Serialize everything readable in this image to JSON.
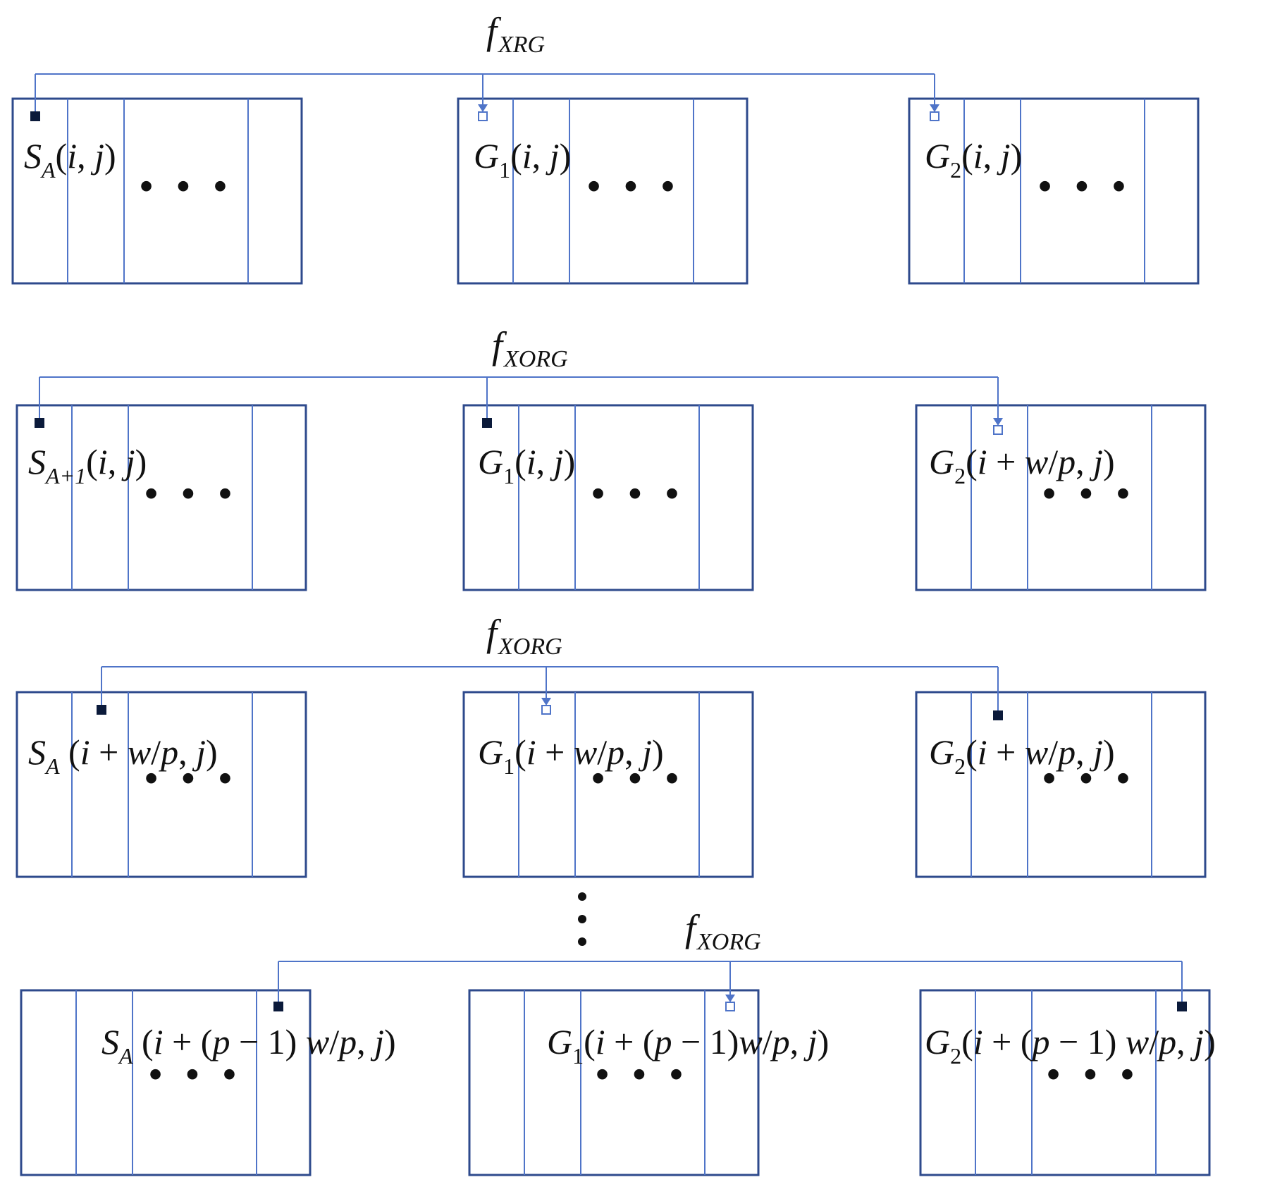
{
  "colors": {
    "box_border": "#2e4a8c",
    "column_line": "#4f74c8",
    "connector": "#4f74c8",
    "source_marker": "#0b1a3a",
    "target_marker": "#ffffff",
    "text": "#111111"
  },
  "ellipsis": "• • •",
  "vertical_ellipsis": "• • •",
  "rows": [
    {
      "function": {
        "base": "f",
        "sub": "XRG"
      },
      "boxes": [
        {
          "role": "source",
          "parts": [
            {
              "t": "S",
              "i": true
            },
            {
              "t": "A",
              "i": true,
              "s": true
            },
            {
              "t": "(",
              "i": false
            },
            {
              "t": "i",
              "i": true
            },
            {
              "t": ", ",
              "i": false
            },
            {
              "t": "j",
              "i": true
            },
            {
              "t": ")",
              "i": false
            }
          ]
        },
        {
          "role": "target",
          "parts": [
            {
              "t": "G",
              "i": true
            },
            {
              "t": "1",
              "i": false,
              "s": true
            },
            {
              "t": "(",
              "i": false
            },
            {
              "t": "i",
              "i": true
            },
            {
              "t": ", ",
              "i": false
            },
            {
              "t": "j",
              "i": true
            },
            {
              "t": ")",
              "i": false
            }
          ]
        },
        {
          "role": "target",
          "parts": [
            {
              "t": "G",
              "i": true
            },
            {
              "t": "2",
              "i": false,
              "s": true
            },
            {
              "t": "(",
              "i": false
            },
            {
              "t": "i",
              "i": true
            },
            {
              "t": ", ",
              "i": false
            },
            {
              "t": "j",
              "i": true
            },
            {
              "t": ")",
              "i": false
            }
          ]
        }
      ]
    },
    {
      "function": {
        "base": "f",
        "sub": "XORG"
      },
      "boxes": [
        {
          "role": "source",
          "parts": [
            {
              "t": "S",
              "i": true
            },
            {
              "t": "A+1",
              "i": true,
              "s": true
            },
            {
              "t": "(",
              "i": false
            },
            {
              "t": "i",
              "i": true
            },
            {
              "t": ", ",
              "i": false
            },
            {
              "t": "j",
              "i": true
            },
            {
              "t": ")",
              "i": false
            }
          ]
        },
        {
          "role": "source",
          "parts": [
            {
              "t": "G",
              "i": true
            },
            {
              "t": "1",
              "i": false,
              "s": true
            },
            {
              "t": "(",
              "i": false
            },
            {
              "t": "i",
              "i": true
            },
            {
              "t": ", ",
              "i": false
            },
            {
              "t": "j",
              "i": true
            },
            {
              "t": ")",
              "i": false
            }
          ]
        },
        {
          "role": "target",
          "parts": [
            {
              "t": "G",
              "i": true
            },
            {
              "t": "2",
              "i": false,
              "s": true
            },
            {
              "t": "(",
              "i": false
            },
            {
              "t": "i",
              "i": true
            },
            {
              "t": " + ",
              "i": false
            },
            {
              "t": "w",
              "i": true
            },
            {
              "t": "/",
              "i": false
            },
            {
              "t": "p",
              "i": true
            },
            {
              "t": ", ",
              "i": false
            },
            {
              "t": "j",
              "i": true
            },
            {
              "t": ")",
              "i": false
            }
          ]
        }
      ]
    },
    {
      "function": {
        "base": "f",
        "sub": "XORG"
      },
      "boxes": [
        {
          "role": "source",
          "parts": [
            {
              "t": "S",
              "i": true
            },
            {
              "t": "A",
              "i": true,
              "s": true
            },
            {
              "t": " (",
              "i": false
            },
            {
              "t": "i",
              "i": true
            },
            {
              "t": " + ",
              "i": false
            },
            {
              "t": "w",
              "i": true
            },
            {
              "t": "/",
              "i": false
            },
            {
              "t": "p",
              "i": true
            },
            {
              "t": ", ",
              "i": false
            },
            {
              "t": "j",
              "i": true
            },
            {
              "t": ")",
              "i": false
            }
          ]
        },
        {
          "role": "target",
          "parts": [
            {
              "t": "G",
              "i": true
            },
            {
              "t": "1",
              "i": false,
              "s": true
            },
            {
              "t": "(",
              "i": false
            },
            {
              "t": "i",
              "i": true
            },
            {
              "t": " + ",
              "i": false
            },
            {
              "t": "w",
              "i": true
            },
            {
              "t": "/",
              "i": false
            },
            {
              "t": "p",
              "i": true
            },
            {
              "t": ", ",
              "i": false
            },
            {
              "t": "j",
              "i": true
            },
            {
              "t": ")",
              "i": false
            }
          ]
        },
        {
          "role": "source",
          "parts": [
            {
              "t": "G",
              "i": true
            },
            {
              "t": "2",
              "i": false,
              "s": true
            },
            {
              "t": "(",
              "i": false
            },
            {
              "t": "i",
              "i": true
            },
            {
              "t": " + ",
              "i": false
            },
            {
              "t": "w",
              "i": true
            },
            {
              "t": "/",
              "i": false
            },
            {
              "t": "p",
              "i": true
            },
            {
              "t": ", ",
              "i": false
            },
            {
              "t": "j",
              "i": true
            },
            {
              "t": ")",
              "i": false
            }
          ]
        }
      ]
    },
    {
      "function": {
        "base": "f",
        "sub": "XORG"
      },
      "boxes": [
        {
          "role": "source",
          "parts": [
            {
              "t": "S",
              "i": true
            },
            {
              "t": "A",
              "i": true,
              "s": true
            },
            {
              "t": " (",
              "i": false
            },
            {
              "t": "i",
              "i": true
            },
            {
              "t": " + (",
              "i": false
            },
            {
              "t": "p",
              "i": true
            },
            {
              "t": " − 1) ",
              "i": false
            },
            {
              "t": "w",
              "i": true
            },
            {
              "t": "/",
              "i": false
            },
            {
              "t": "p",
              "i": true
            },
            {
              "t": ", ",
              "i": false
            },
            {
              "t": "j",
              "i": true
            },
            {
              "t": ")",
              "i": false
            }
          ]
        },
        {
          "role": "target",
          "parts": [
            {
              "t": "G",
              "i": true
            },
            {
              "t": "1",
              "i": false,
              "s": true
            },
            {
              "t": "(",
              "i": false
            },
            {
              "t": "i",
              "i": true
            },
            {
              "t": " + (",
              "i": false
            },
            {
              "t": "p",
              "i": true
            },
            {
              "t": " − 1)",
              "i": false
            },
            {
              "t": "w",
              "i": true
            },
            {
              "t": "/",
              "i": false
            },
            {
              "t": "p",
              "i": true
            },
            {
              "t": ", ",
              "i": false
            },
            {
              "t": "j",
              "i": true
            },
            {
              "t": ")",
              "i": false
            }
          ]
        },
        {
          "role": "source",
          "parts": [
            {
              "t": "G",
              "i": true
            },
            {
              "t": "2",
              "i": false,
              "s": true
            },
            {
              "t": "(",
              "i": false
            },
            {
              "t": "i",
              "i": true
            },
            {
              "t": " + (",
              "i": false
            },
            {
              "t": "p",
              "i": true
            },
            {
              "t": " − 1) ",
              "i": false
            },
            {
              "t": "w",
              "i": true
            },
            {
              "t": "/",
              "i": false
            },
            {
              "t": "p",
              "i": true
            },
            {
              "t": ", ",
              "i": false
            },
            {
              "t": "j",
              "i": true
            },
            {
              "t": ")",
              "i": false
            }
          ]
        }
      ]
    }
  ]
}
